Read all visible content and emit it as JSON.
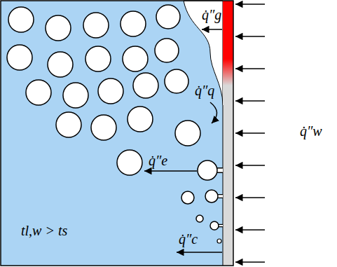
{
  "diagram": {
    "labels": [
      "q̇″g",
      "q̇″q",
      "q̇″e",
      "q̇″c",
      "q̇″w",
      "tl,w > ts"
    ]
  }
}
